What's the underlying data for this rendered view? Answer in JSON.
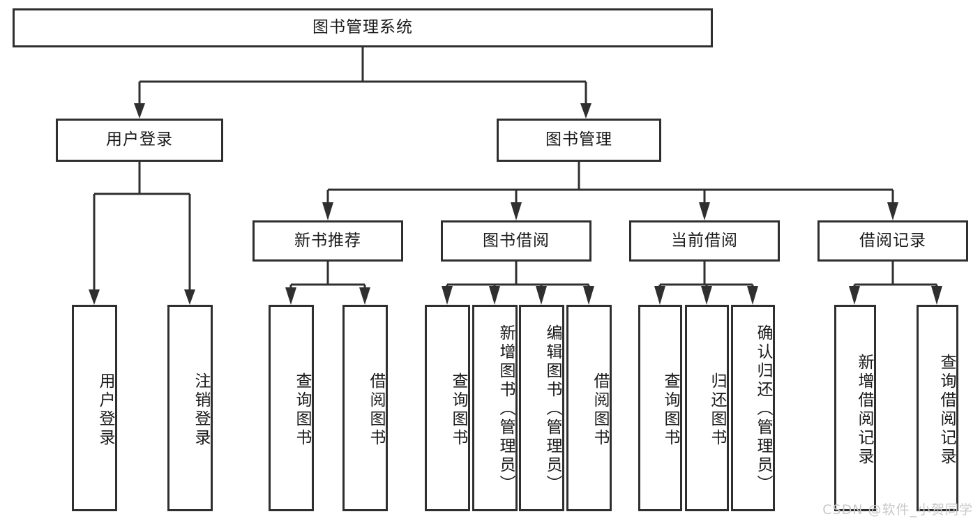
{
  "diagram": {
    "type": "tree-flowchart",
    "title": "图书管理系统",
    "root": {
      "label": "图书管理系统"
    },
    "level2": [
      {
        "label": "用户登录"
      },
      {
        "label": "图书管理"
      }
    ],
    "level3": [
      {
        "label": "新书推荐"
      },
      {
        "label": "图书借阅"
      },
      {
        "label": "当前借阅"
      },
      {
        "label": "借阅记录"
      }
    ],
    "leaves_user_login": [
      {
        "label": "用户登录"
      },
      {
        "label": "注销登录"
      }
    ],
    "leaves_new_book": [
      {
        "label": "查询图书"
      },
      {
        "label": "借阅图书"
      }
    ],
    "leaves_borrow": [
      {
        "label": "查询图书"
      },
      {
        "label": "新增图书（管理员）"
      },
      {
        "label": "编辑图书（管理员）"
      },
      {
        "label": "借阅图书"
      }
    ],
    "leaves_current": [
      {
        "label": "查询图书"
      },
      {
        "label": "归还图书"
      },
      {
        "label": "确认归还（管理员）"
      }
    ],
    "leaves_record": [
      {
        "label": "新增借阅记录"
      },
      {
        "label": "查询借阅记录"
      }
    ],
    "watermark": "CSDN @软件_小贺同学",
    "colors": {
      "stroke": "#2f2f2f",
      "fill": "#ffffff",
      "text": "#1a1a1a",
      "watermark": "#c9c9c9"
    }
  }
}
